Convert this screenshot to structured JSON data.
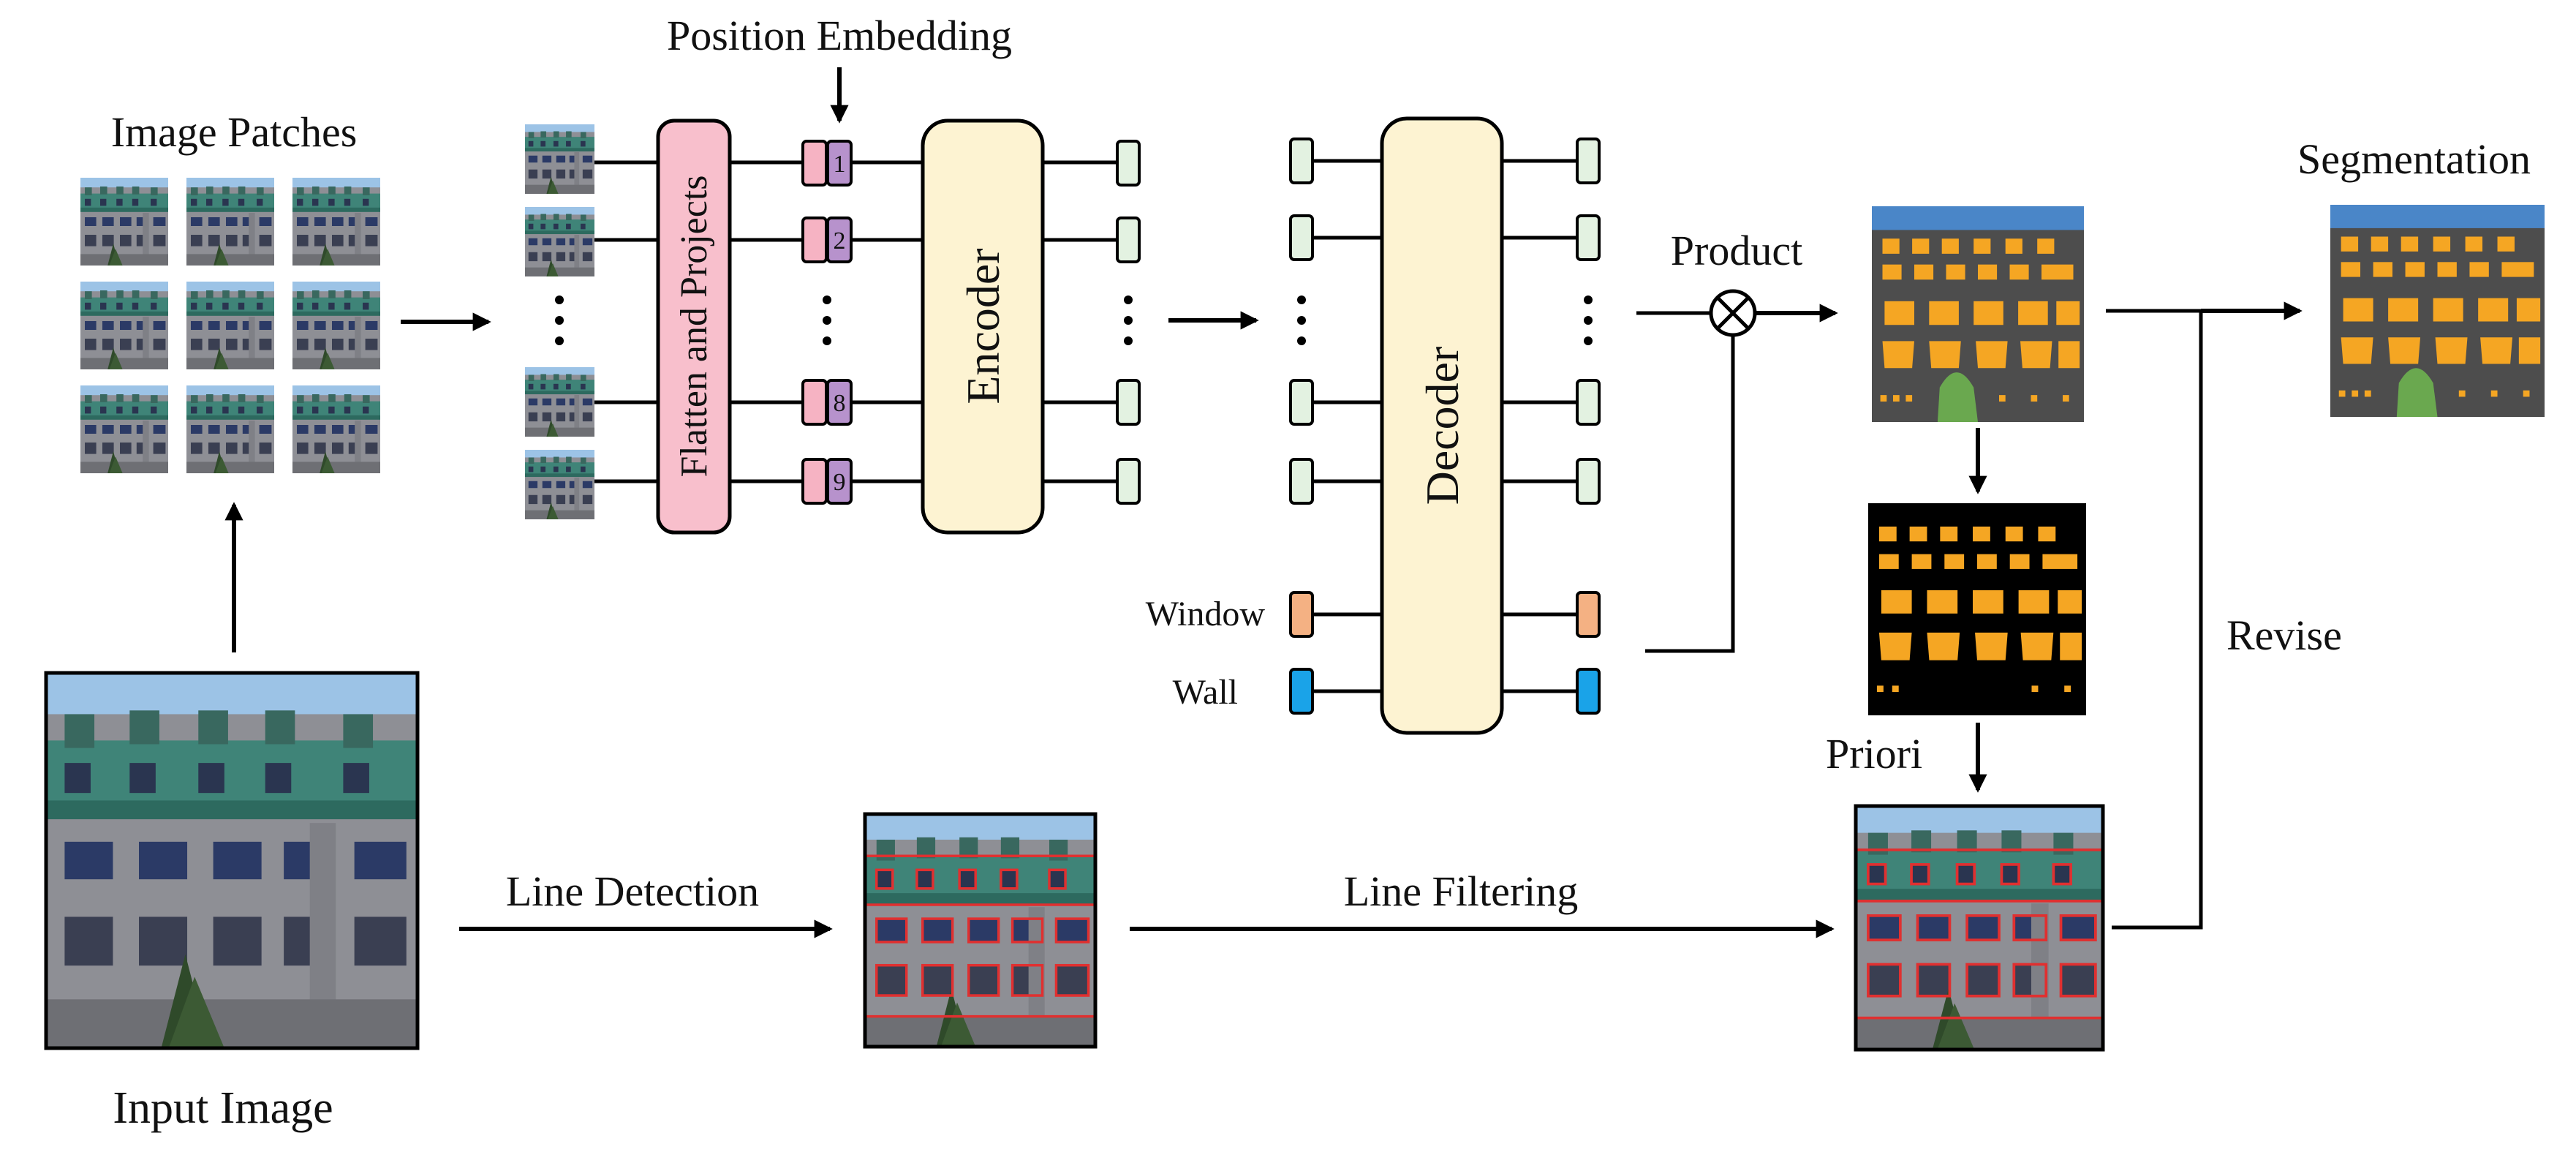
{
  "labels": {
    "image_patches": "Image Patches",
    "position_embedding": "Position Embedding",
    "flatten_projects": "Flatten and Projects",
    "encoder": "Encoder",
    "decoder": "Decoder",
    "product": "Product",
    "segmentation": "Segmentation",
    "window": "Window",
    "wall": "Wall",
    "priori": "Priori",
    "revise": "Revise",
    "line_detection": "Line Detection",
    "line_filtering": "Line Filtering",
    "input_image": "Input Image"
  },
  "position_indices": [
    "1",
    "2",
    "8",
    "9"
  ],
  "colors": {
    "flatten_fill": "#f8bfcc",
    "coder_fill": "#fdf3d2",
    "token_green": "#e3f2e1",
    "pos_pink": "#f6b3c3",
    "pos_purple": "#b792cc",
    "window_token": "#f4b183",
    "wall_token": "#1aa3e8",
    "seg_wall": "#4d4d4d",
    "seg_window": "#f5a623",
    "seg_roof": "#4a86c8",
    "seg_tree": "#6aa84f",
    "line_red": "#e03030"
  },
  "icons": [
    "arrow-icon",
    "multiply-circle-icon",
    "ellipsis-icon"
  ]
}
